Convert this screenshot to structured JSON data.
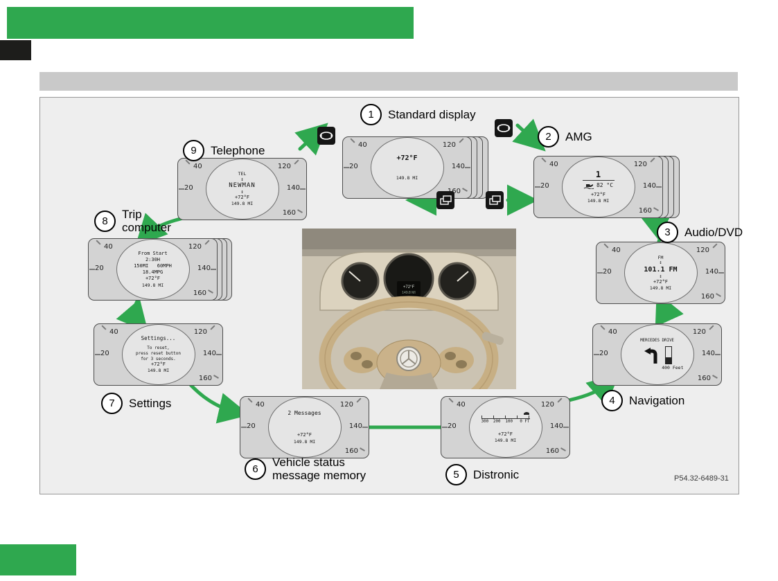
{
  "colors": {
    "accent_green": "#2fa84f"
  },
  "diagram": {
    "part_number": "P54.32-6489-31"
  },
  "gauge": {
    "n40": "40",
    "n20": "20",
    "n120": "120",
    "n140": "140",
    "n160": "160"
  },
  "common": {
    "temp": "+72°F",
    "odo": "149.8 MI",
    "updown": "↕"
  },
  "nodes": {
    "standard": {
      "num": "1",
      "label": "Standard display"
    },
    "amg": {
      "num": "2",
      "label": "AMG",
      "gear": "1",
      "oil_temp": "82 °C"
    },
    "audio": {
      "num": "3",
      "label": "Audio/DVD",
      "band": "FM",
      "station": "101.1 FM"
    },
    "navigation": {
      "num": "4",
      "label": "Navigation",
      "street": "MERCEDES DRIVE",
      "distance": "400 Feet"
    },
    "distronic": {
      "num": "5",
      "label": "Distronic",
      "scale": "300  200  100   0 FT"
    },
    "messages": {
      "num": "6",
      "label_line1": "Vehicle status",
      "label_line2": "message memory",
      "text": "2 Messages"
    },
    "settings": {
      "num": "7",
      "label": "Settings",
      "title": "Settings...",
      "line1": "To reset,",
      "line2": "press reset button",
      "line3": "for 3 seconds."
    },
    "trip": {
      "num": "8",
      "label_line1": "Trip",
      "label_line2": "computer",
      "line1": "From Start",
      "line2": "2:30H",
      "line3": "150MI   60MPH",
      "line4": "18.4MPG"
    },
    "telephone": {
      "num": "9",
      "label": "Telephone",
      "line1": "TEL",
      "name": "NEWMAN"
    }
  }
}
